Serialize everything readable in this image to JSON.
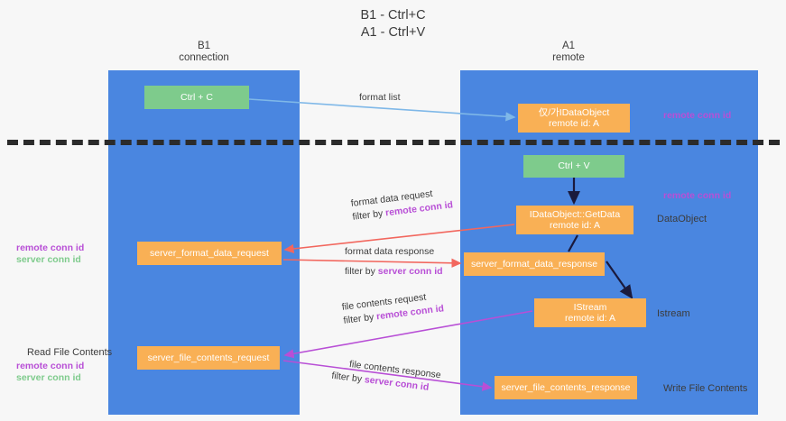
{
  "title": {
    "line1": "B1 - Ctrl+C",
    "line2": "A1 - Ctrl+V"
  },
  "columns": {
    "b1": {
      "name": "B1",
      "sub": "connection"
    },
    "a1": {
      "name": "A1",
      "sub": "remote"
    }
  },
  "boxes": {
    "ctrl_c": "Ctrl + C",
    "idataobject_line1": "仅/가IDataObject",
    "idataobject_line2": "remote id: A",
    "ctrl_v": "Ctrl + V",
    "getdata_line1": "IDataObject::GetData",
    "getdata_line2": "remote id: A",
    "server_format_data_request": "server_format_data_request",
    "server_format_data_response": "server_format_data_response",
    "istream_line1": "IStream",
    "istream_line2": "remote id: A",
    "server_file_contents_request": "server_file_contents_request",
    "server_file_contents_response": "server_file_contents_response"
  },
  "side_labels": {
    "dataobject": "DataObject",
    "istream": "Istream",
    "write_file_contents": "Write File Contents",
    "read_file_contents": "Read File Contents"
  },
  "legends": {
    "remote_conn_id": "remote conn id",
    "server_conn_id": "server conn id"
  },
  "edges": {
    "format_list": "format list",
    "format_data_request": "format data request",
    "format_data_request_filter_prefix": "filter by ",
    "format_data_request_filter_key": "remote conn id",
    "format_data_response": "format data response",
    "format_data_response_filter_prefix": "filter by ",
    "format_data_response_filter_key": "server conn id",
    "file_contents_request": "file contents request",
    "file_contents_request_filter_prefix": "filter by ",
    "file_contents_request_filter_key": "remote conn id",
    "file_contents_response": "file contents response",
    "file_contents_response_filter_prefix": "filter by ",
    "file_contents_response_filter_key": "server conn id"
  },
  "colors": {
    "column_blue": "#4a86e0",
    "box_green": "#7ecb8c",
    "box_orange": "#f9b055",
    "accent_purple": "#b84fd6",
    "accent_green": "#7ecb8c",
    "arrow_red": "#f2675e",
    "arrow_lightblue": "#7fb8e8",
    "arrow_dark": "#1a1a3d",
    "divider": "#2b2b2b",
    "background": "#f7f7f7"
  }
}
